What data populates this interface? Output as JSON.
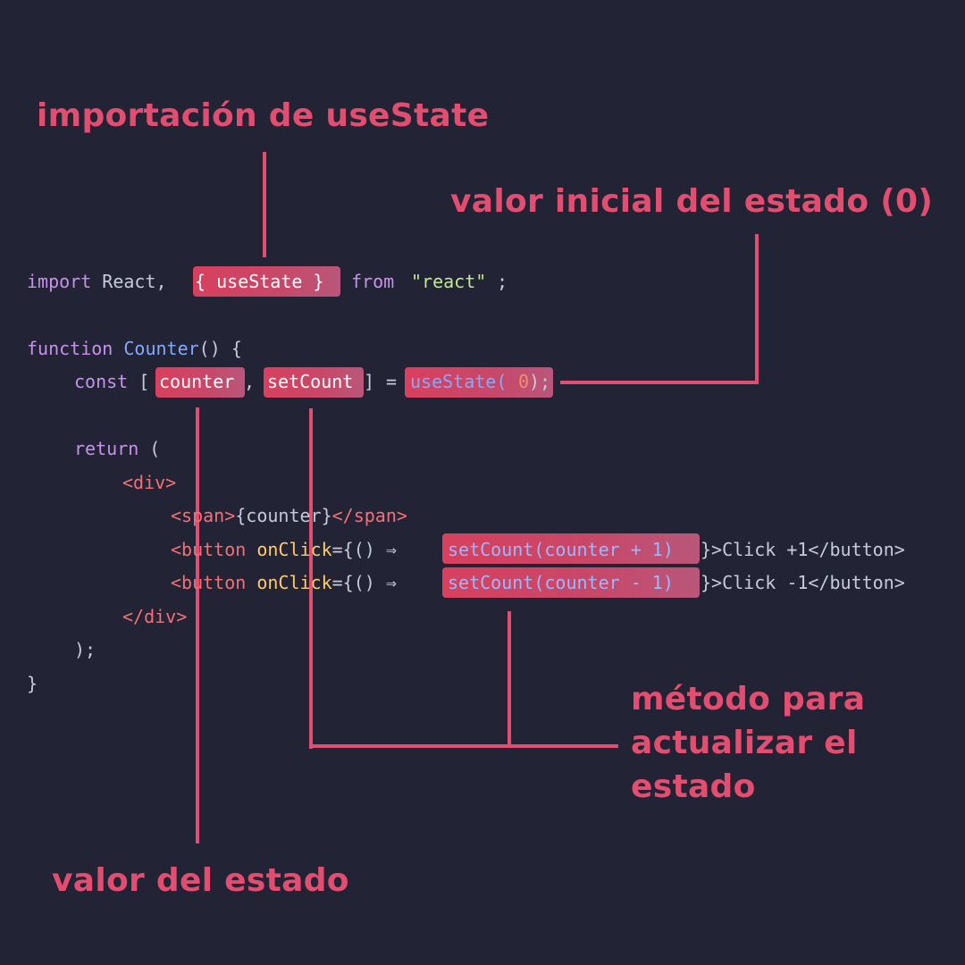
{
  "labels": {
    "import": "importación de useState",
    "initial_value": "valor inicial del estado (0)",
    "update_method": "método para\nactualizar el\nestado",
    "state_value": "valor del estado"
  },
  "code": {
    "line1": {
      "kw": "import",
      "name": " React,",
      "braces": "{ useState }",
      "from": "from",
      "str": "\"react\"",
      "end": ";"
    },
    "line2": {
      "kw": "function",
      "name": "Counter",
      "rest": "() {"
    },
    "line3": {
      "kw": "const",
      "open": "[",
      "counter": "counter",
      "comma": ",",
      "set": "setCount",
      "close": "]",
      "eq": "=",
      "use": "useState(",
      "zero": "0",
      "end": ");"
    },
    "line4": {
      "kw": "return",
      "rest": " ("
    },
    "line5": {
      "text": "<div>"
    },
    "line6": {
      "open": "<span>",
      "var": "{counter}",
      "close": "</span>"
    },
    "line7": {
      "open": "<button",
      "attr": "onClick",
      "eq": "={() ⇒ ",
      "call": "setCount(counter + 1)",
      "end": "}>Click +1</button>"
    },
    "line8": {
      "open": "<button",
      "attr": "onClick",
      "eq": "={() ⇒ ",
      "call": "setCount(counter - 1)",
      "end": "}>Click -1</button>"
    },
    "line9": {
      "text": "</div>"
    },
    "line10": {
      "text": ");"
    },
    "line11": {
      "text": "}"
    }
  },
  "colors": {
    "background": "#222335",
    "accent": "#e34d6f",
    "keyword": "#c792ea",
    "function": "#82aaff",
    "string": "#c3e88d",
    "number": "#f78c6c"
  }
}
